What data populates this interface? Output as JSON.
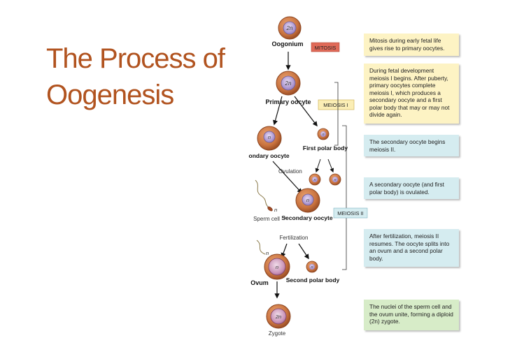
{
  "title": "The Process of Oogenesis",
  "labels": {
    "oogonium": "Oogonium",
    "primary_oocyte": "Primary oocyte",
    "secondary_oocyte": "Secondary oocyte",
    "first_polar_body": "First polar body",
    "ovulation": "Ovulation",
    "sperm_cell": "Sperm cell",
    "plus": "+",
    "secondary_oocyte_2": "Secondary oocyte",
    "fertilization": "Fertilization",
    "ovum": "Ovum",
    "second_polar_body": "Second polar body",
    "zygote": "Zygote"
  },
  "ploidy": {
    "diploid": "2n",
    "haploid": "n"
  },
  "phases": {
    "mitosis": "MITOSIS",
    "meiosis1": "MEIOSIS I",
    "meiosis2": "MEIOSIS II"
  },
  "callouts": [
    "Mitosis during early fetal life gives rise to primary oocytes.",
    "During fetal development meiosis I begins. After puberty, primary oocytes complete meiosis I, which produces a secondary oocyte and a first polar body that may or may not divide again.",
    "The secondary oocyte begins meiosis II.",
    "A secondary oocyte (and first polar body) is ovulated.",
    "After fertilization, meiosis II resumes. The oocyte splits into an ovum and a second polar body.",
    "The nuclei of the sperm cell and the ovum unite, forming a diploid (2n) zygote."
  ],
  "colors": {
    "title": "#b1531f",
    "cell": "#c9733f",
    "nucleus": "#b9a3d6",
    "mitosis_tag": "#e06a58",
    "meiosis_tag": "#fbeeb5",
    "callout_yellow": "#fdf3c4",
    "callout_blue": "#d5ecf0",
    "callout_green": "#d7ecc8"
  }
}
